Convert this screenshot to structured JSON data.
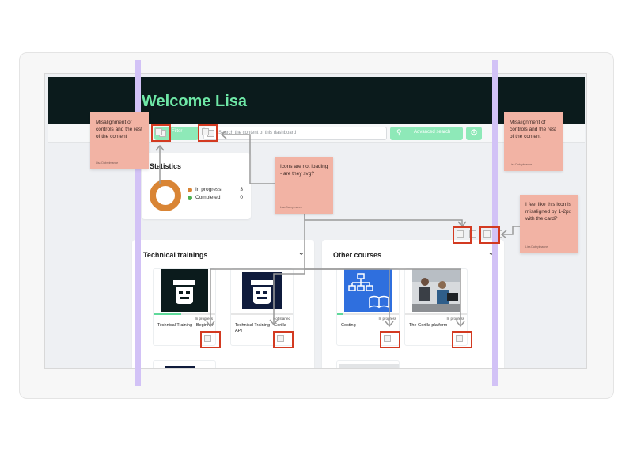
{
  "banner": {
    "title": "Welcome Lisa"
  },
  "toolbar": {
    "filter_label": "Filter",
    "search_placeholder": "Search the content of this dashboard",
    "advanced_search_label": "Advanced search",
    "search_icon": "search-icon",
    "settings_icon": "gear-icon"
  },
  "statistics": {
    "title": "Statistics",
    "legend": [
      {
        "label": "In progress",
        "count": "3",
        "color": "#d98535"
      },
      {
        "label": "Completed",
        "count": "0",
        "color": "#4caf50"
      }
    ],
    "chart_data": {
      "type": "pie",
      "categories": [
        "In progress",
        "Completed"
      ],
      "values": [
        3,
        0
      ],
      "colors": [
        "#d98535",
        "#4caf50"
      ]
    }
  },
  "technical_trainings": {
    "title": "Technical trainings",
    "courses": [
      {
        "name": "Technical Training - Beginner",
        "status": "In progress",
        "progress": 0.45,
        "thumb": "gorilla-logo-dark"
      },
      {
        "name": "Technical Training - Gorilla API",
        "status": "Not started",
        "progress": 0.0,
        "thumb": "gorilla-logo-navy"
      }
    ]
  },
  "other_courses": {
    "title": "Other courses",
    "courses": [
      {
        "name": "Costing",
        "status": "In progress",
        "progress": 0.1,
        "thumb": "org-chart-book"
      },
      {
        "name": "The Gorilla platform",
        "status": "In progress",
        "progress": 0.0,
        "thumb": "office-photo"
      }
    ]
  },
  "annotations": {
    "note_left": {
      "text": "Misalignment of controls and the rest of the content",
      "author": "Lisa Dabrylmanne"
    },
    "note_icons": {
      "text": "Icons are not loading - are they svg?",
      "author": "Lisa Dabrylmanne"
    },
    "note_right_top": {
      "text": "Misalignment of controls and the rest of the content",
      "author": "Lisa Dabrylmanne"
    },
    "note_right_bottom": {
      "text": "I feel like this icon is misaligned by 1-2px with the card?",
      "author": "Lisa Dabrylmanne"
    }
  },
  "colors": {
    "accent": "#8ee9b8",
    "banner": "#0b1b1c",
    "title": "#6ee7a6",
    "sticky": "#f2b3a4",
    "highlight": "#d33a21",
    "guide": "#d2c2f6"
  }
}
